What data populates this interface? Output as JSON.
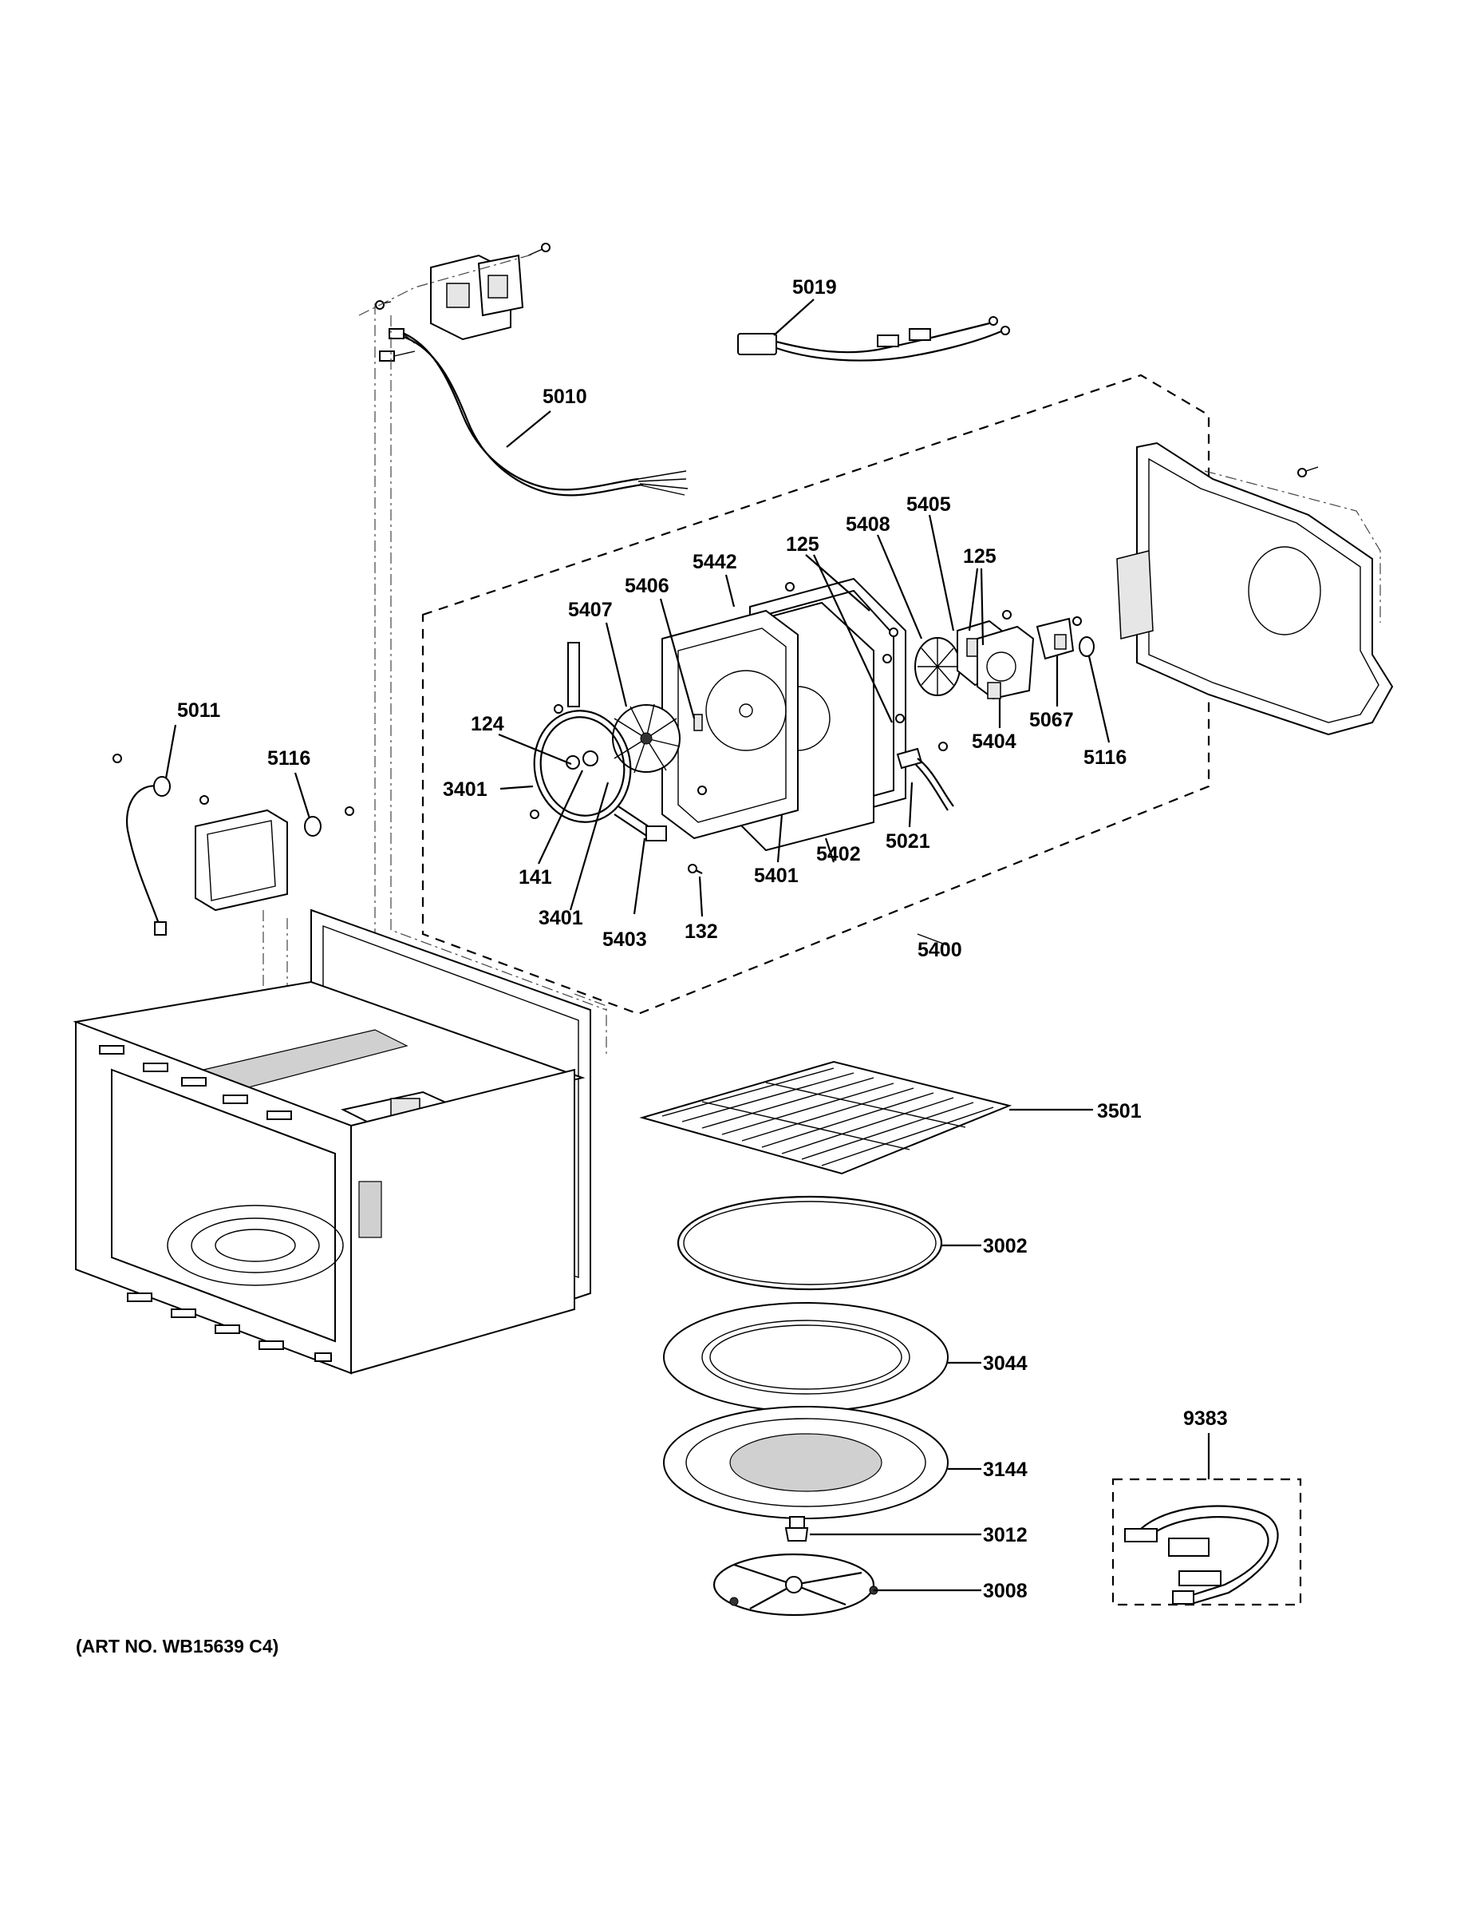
{
  "art_number": "(ART NO. WB15639 C4)",
  "labels": {
    "p5019": "5019",
    "p5010": "5010",
    "p5405": "5405",
    "p5408": "5408",
    "p125a": "125",
    "p125b": "125",
    "p5442": "5442",
    "p5406": "5406",
    "p5407": "5407",
    "p5011": "5011",
    "p5116a": "5116",
    "p124": "124",
    "p3401a": "3401",
    "p141": "141",
    "p3401b": "3401",
    "p5403": "5403",
    "p132": "132",
    "p5401": "5401",
    "p5402": "5402",
    "p5021": "5021",
    "p5404": "5404",
    "p5067": "5067",
    "p5116b": "5116",
    "p5400": "5400",
    "p3501": "3501",
    "p3002": "3002",
    "p3044": "3044",
    "p3144": "3144",
    "p3012": "3012",
    "p3008": "3008",
    "p9383": "9383"
  }
}
